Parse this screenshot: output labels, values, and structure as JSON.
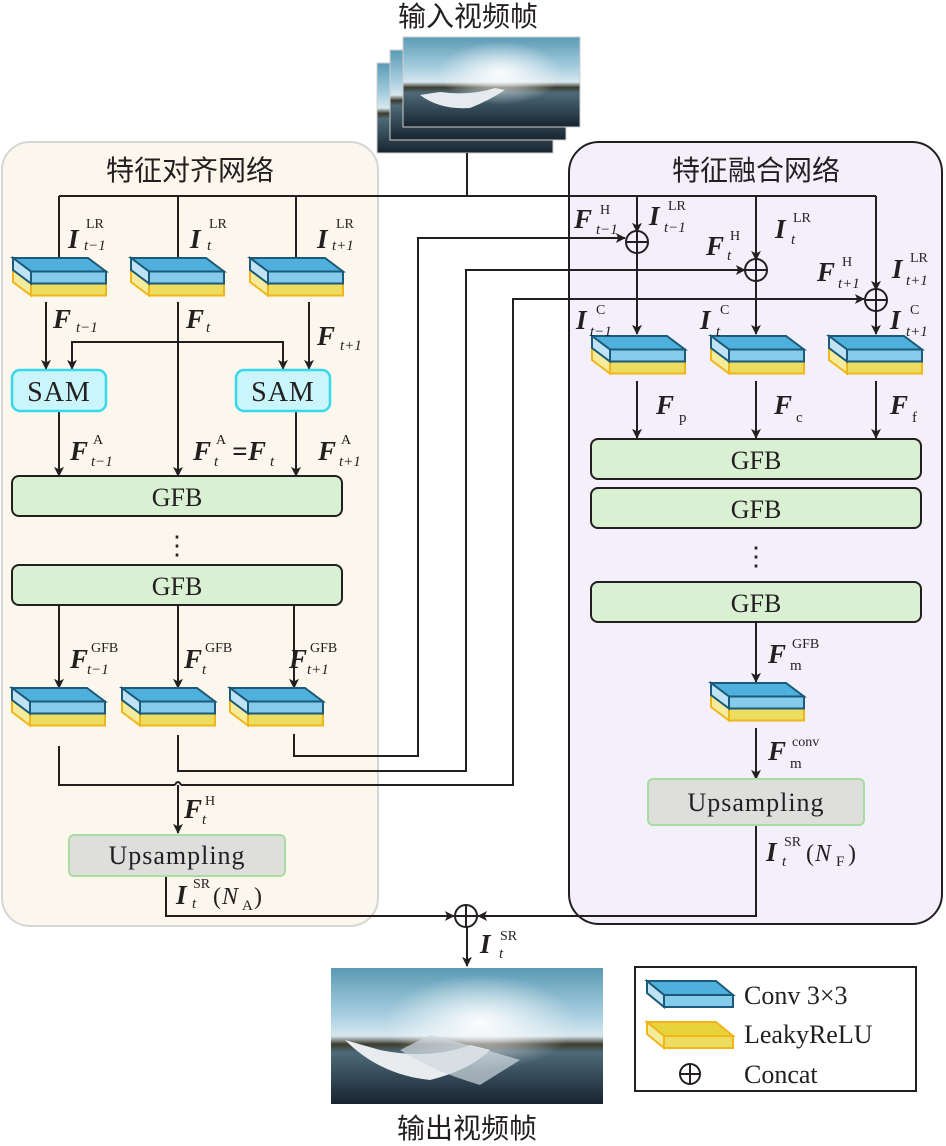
{
  "titles": {
    "input_frames": "输入视频帧",
    "output_frames": "输出视频帧",
    "alignment_network": "特征对齐网络",
    "fusion_network": "特征融合网络"
  },
  "colors": {
    "alignment_panel_bg": "#fcf7ec",
    "alignment_panel_border": "#d6d6d6",
    "fusion_panel_bg": "#f4f0fb",
    "fusion_panel_border": "#231f20",
    "conv_blue": "#4fb0dd",
    "leaky_yellow": "#e8d23a",
    "gfb_green": "#d9f0d2",
    "sam_cyan": "#c9f5fb",
    "upsampling_gray": "#dededd"
  },
  "alignment": {
    "inputs": [
      {
        "var": "I",
        "sup": "LR",
        "sub": "t−1"
      },
      {
        "var": "I",
        "sup": "LR",
        "sub": "t"
      },
      {
        "var": "I",
        "sup": "LR",
        "sub": "t+1"
      }
    ],
    "features": [
      {
        "var": "F",
        "sub": "t−1"
      },
      {
        "var": "F",
        "sub": "t"
      },
      {
        "var": "F",
        "sub": "t+1"
      }
    ],
    "sam_label": "SAM",
    "aligned": [
      {
        "var": "F",
        "sup": "A",
        "sub": "t−1"
      },
      {
        "var": "F",
        "sup": "A",
        "sub": "t",
        "eq": "=",
        "rhs_var": "F",
        "rhs_sub": "t"
      },
      {
        "var": "F",
        "sup": "A",
        "sub": "t+1"
      }
    ],
    "gfb_label": "GFB",
    "ellipsis": "⋮",
    "gfb_outputs": [
      {
        "var": "F",
        "sup": "GFB",
        "sub": "t−1"
      },
      {
        "var": "F",
        "sup": "GFB",
        "sub": "t"
      },
      {
        "var": "F",
        "sup": "GFB",
        "sub": "t+1"
      }
    ],
    "hidden": {
      "var": "F",
      "sup": "H",
      "sub": "t"
    },
    "upsampling_label": "Upsampling",
    "output": {
      "var": "I",
      "sup": "SR",
      "sub": "t",
      "arg_var": "N",
      "arg_sub": "A"
    }
  },
  "fusion": {
    "hidden_inputs": [
      {
        "var": "F",
        "sup": "H",
        "sub": "t−1"
      },
      {
        "var": "F",
        "sup": "H",
        "sub": "t"
      },
      {
        "var": "F",
        "sup": "H",
        "sub": "t+1"
      }
    ],
    "lr_inputs": [
      {
        "var": "I",
        "sup": "LR",
        "sub": "t−1"
      },
      {
        "var": "I",
        "sup": "LR",
        "sub": "t"
      },
      {
        "var": "I",
        "sup": "LR",
        "sub": "t+1"
      }
    ],
    "concat_outputs": [
      {
        "var": "I",
        "sup": "C",
        "sub": "t−1"
      },
      {
        "var": "I",
        "sup": "C",
        "sub": "t"
      },
      {
        "var": "I",
        "sup": "C",
        "sub": "t+1"
      }
    ],
    "features": [
      {
        "var": "F",
        "sub": "p"
      },
      {
        "var": "F",
        "sub": "c"
      },
      {
        "var": "F",
        "sub": "f"
      }
    ],
    "gfb_label": "GFB",
    "ellipsis": "⋮",
    "gfb_output": {
      "var": "F",
      "sup": "GFB",
      "sub": "m"
    },
    "conv_output": {
      "var": "F",
      "sup": "conv",
      "sub": "m"
    },
    "upsampling_label": "Upsampling",
    "output": {
      "var": "I",
      "sup": "SR",
      "sub": "t",
      "arg_var": "N",
      "arg_sub": "F"
    }
  },
  "final_output": {
    "var": "I",
    "sup": "SR",
    "sub": "t"
  },
  "legend": {
    "items": [
      {
        "icon": "conv-block-icon",
        "label": "Conv 3×3"
      },
      {
        "icon": "leaky-relu-block-icon",
        "label": "LeakyReLU"
      },
      {
        "icon": "concat-icon",
        "label": "Concat"
      }
    ]
  }
}
